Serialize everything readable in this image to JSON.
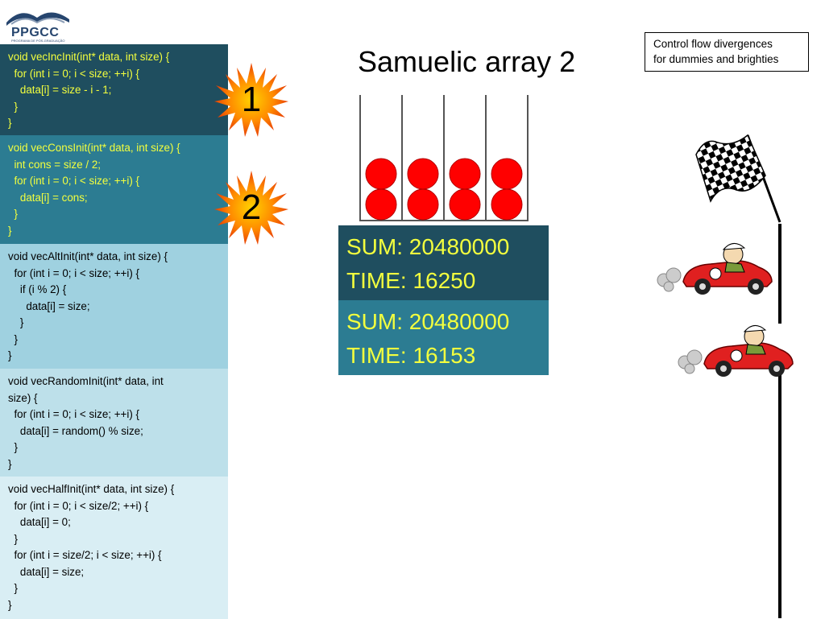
{
  "logo": {
    "name": "PPGCC",
    "subtitle": "PROGRAMA DE PÓS-GRADUAÇÃO"
  },
  "slide": {
    "title": "Samuelic array 2",
    "note": "Control flow divergences\nfor dummies and brighties"
  },
  "code_blocks": [
    {
      "code": "void vecIncInit(int* data, int size) {\n  for (int i = 0; i < size; ++i) {\n    data[i] = size - i - 1;\n  }\n}"
    },
    {
      "code": "void vecConsInit(int* data, int size) {\n  int cons = size / 2;\n  for (int i = 0; i < size; ++i) {\n    data[i] = cons;\n  }\n}"
    },
    {
      "code": "void vecAltInit(int* data, int size) {\n  for (int i = 0; i < size; ++i) {\n    if (i % 2) {\n      data[i] = size;\n    }\n  }\n}"
    },
    {
      "code": "void vecRandomInit(int* data, int\nsize) {\n  for (int i = 0; i < size; ++i) {\n    data[i] = random() % size;\n  }\n}"
    },
    {
      "code": "void vecHalfInit(int* data, int size) {\n  for (int i = 0; i < size/2; ++i) {\n    data[i] = 0;\n  }\n  for (int i = size/2; i < size; ++i) {\n    data[i] = size;\n  }\n}"
    }
  ],
  "badges": [
    {
      "label": "1"
    },
    {
      "label": "2"
    }
  ],
  "results": [
    {
      "sum": "SUM: 20480000",
      "time": "TIME: 16250"
    },
    {
      "sum": "SUM: 20480000",
      "time": "TIME: 16153"
    }
  ],
  "colors": {
    "dark_teal": "#1f4e5f",
    "teal": "#2c7c92",
    "yellow_text": "#f3ff3e",
    "ball_red": "#ff0000"
  },
  "icons": [
    "ppgcc-logo-icon",
    "starburst-icon",
    "checkered-flag-icon",
    "race-car-icon",
    "red-ball-icon"
  ]
}
